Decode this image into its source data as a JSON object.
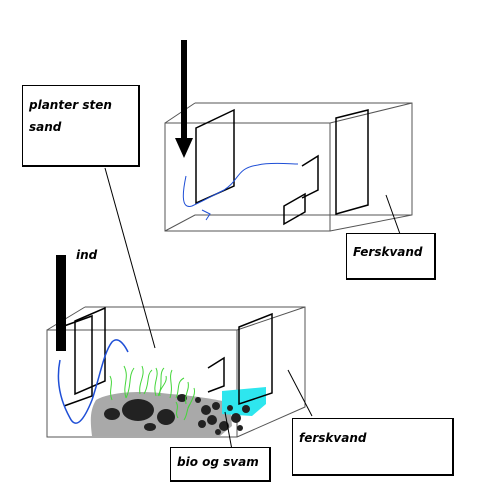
{
  "labels": {
    "planter": "planter sten sand",
    "ferskvand_top": "Ferskvand",
    "ind": "ind",
    "ferskvand_bottom": "ferskvand",
    "bio": "bio og svam"
  },
  "colors": {
    "line": "#000000",
    "tank_edge": "#555555",
    "water_curve": "#1f4fd6",
    "plants": "#44d63a",
    "gravel": "#a9a9a9",
    "rocks": "#222222",
    "sponge": "#2ee6ee"
  }
}
